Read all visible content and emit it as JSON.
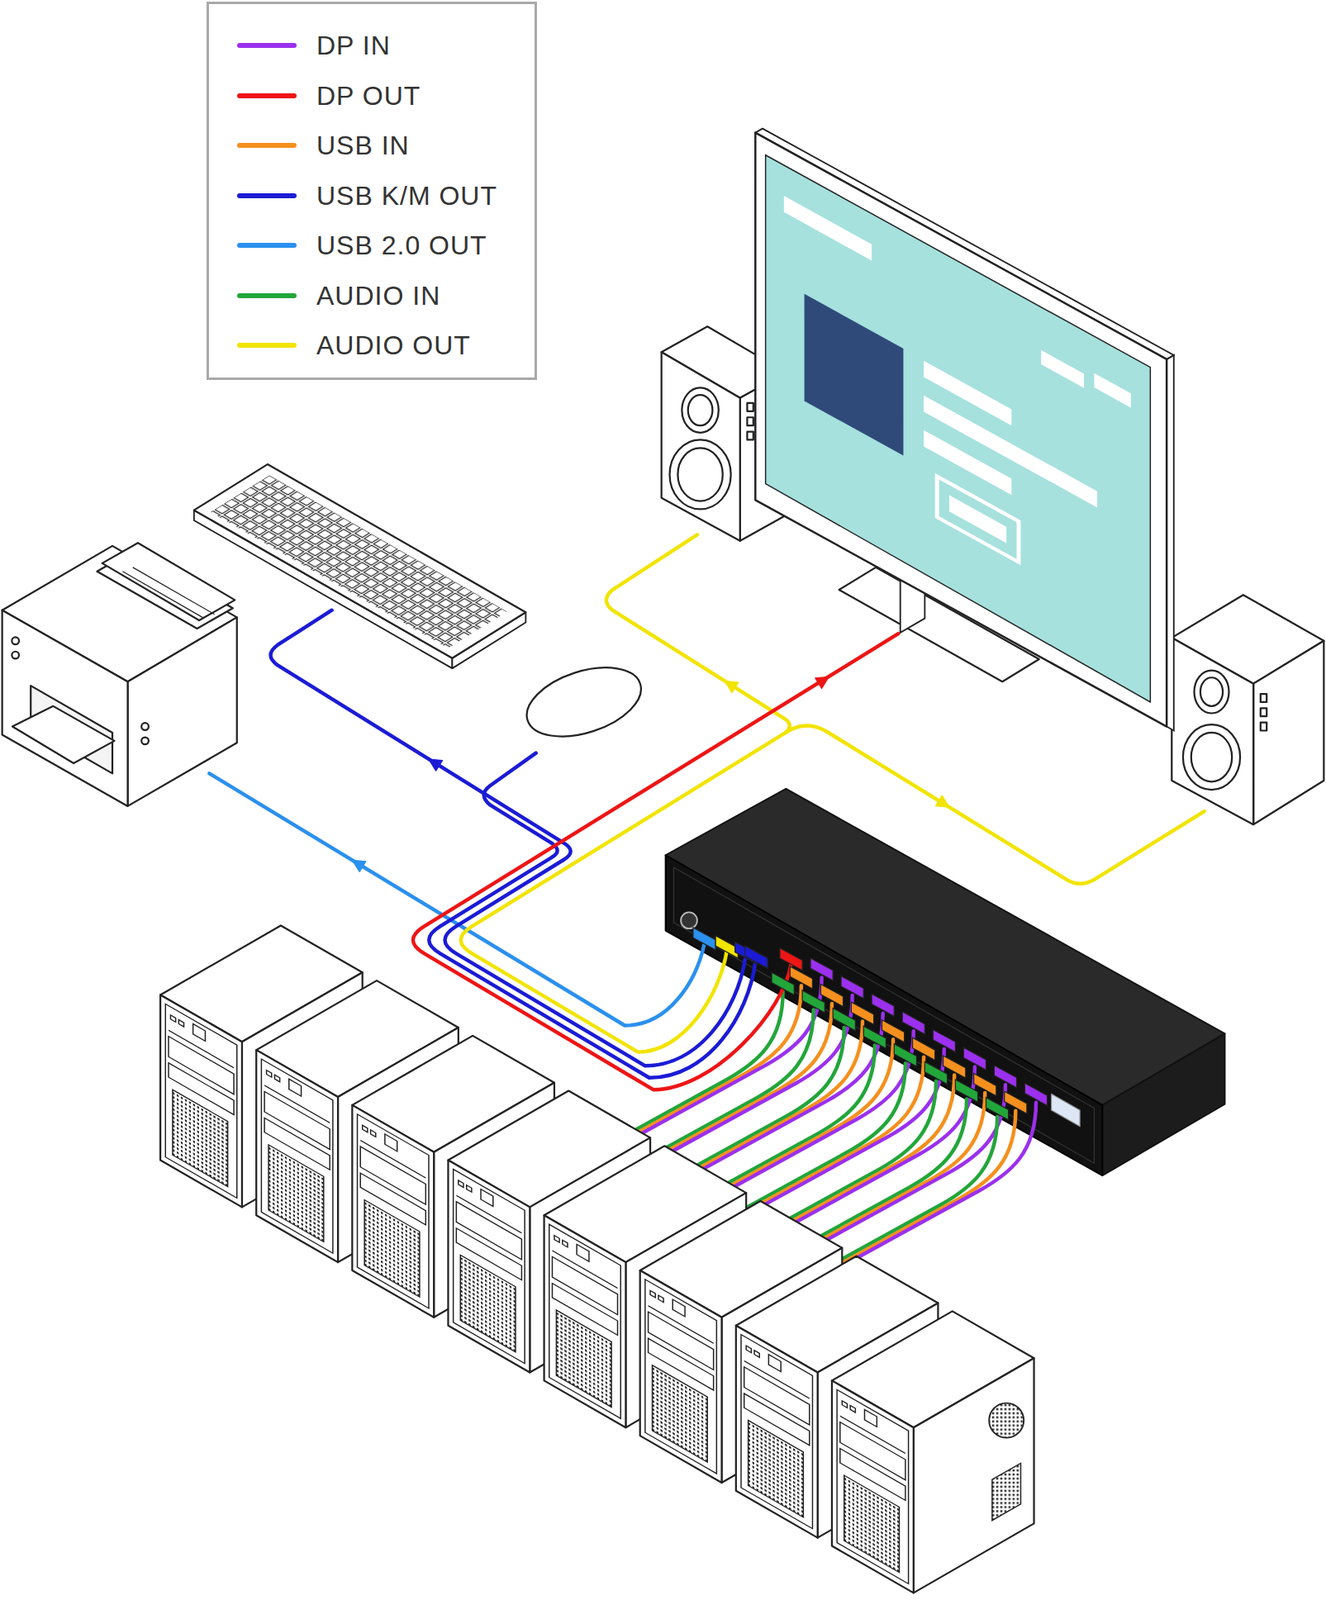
{
  "diagram": {
    "legend": [
      {
        "text": "DP IN",
        "color": "#9b30ee"
      },
      {
        "text": "DP OUT",
        "color": "#ee1515"
      },
      {
        "text": "USB IN",
        "color": "#f5901e"
      },
      {
        "text": "USB K/M OUT",
        "color": "#1b1bd6"
      },
      {
        "text": "USB 2.0 OUT",
        "color": "#2b90ee"
      },
      {
        "text": "AUDIO IN",
        "color": "#22a63a"
      },
      {
        "text": "AUDIO OUT",
        "color": "#f2e400"
      }
    ]
  }
}
